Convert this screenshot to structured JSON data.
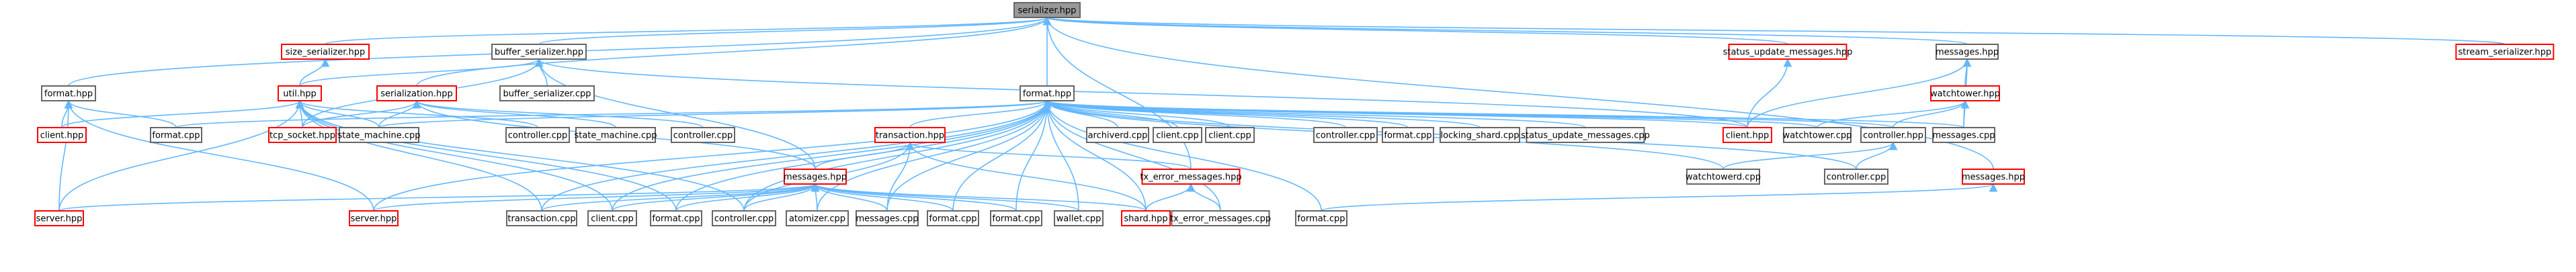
{
  "colors": {
    "edge": "#63b8ff",
    "node_border": "#666666",
    "node_fill": "#ffffff",
    "highlight_border": "#ff0000",
    "root_fill": "#999999",
    "root_border": "#666666"
  },
  "nodes": [
    {
      "id": "serializer_hpp",
      "label": "serializer.hpp",
      "style": "root"
    },
    {
      "id": "size_serializer_hpp",
      "label": "size_serializer.hpp",
      "style": "red"
    },
    {
      "id": "buffer_serializer_hpp",
      "label": "buffer_serializer.hpp",
      "style": "normal"
    },
    {
      "id": "status_update_messages_hpp",
      "label": "status_update_messages.hpp",
      "style": "red"
    },
    {
      "id": "messages_hpp_top",
      "label": "messages.hpp",
      "style": "normal"
    },
    {
      "id": "stream_serializer_hpp",
      "label": "stream_serializer.hpp",
      "style": "red"
    },
    {
      "id": "format_hpp_left",
      "label": "format.hpp",
      "style": "normal"
    },
    {
      "id": "util_hpp",
      "label": "util.hpp",
      "style": "red"
    },
    {
      "id": "serialization_hpp",
      "label": "serialization.hpp",
      "style": "red"
    },
    {
      "id": "buffer_serializer_cpp",
      "label": "buffer_serializer.cpp",
      "style": "normal"
    },
    {
      "id": "format_hpp_main",
      "label": "format.hpp",
      "style": "normal"
    },
    {
      "id": "watchtower_hpp",
      "label": "watchtower.hpp",
      "style": "red"
    },
    {
      "id": "client_hpp_left",
      "label": "client.hpp",
      "style": "red"
    },
    {
      "id": "format_cpp_left",
      "label": "format.cpp",
      "style": "normal"
    },
    {
      "id": "tcp_socket_hpp",
      "label": "tcp_socket.hpp",
      "style": "red"
    },
    {
      "id": "state_machine_cpp_a",
      "label": "state_machine.cpp",
      "style": "normal"
    },
    {
      "id": "controller_cpp_a",
      "label": "controller.cpp",
      "style": "normal"
    },
    {
      "id": "state_machine_cpp_b",
      "label": "state_machine.cpp",
      "style": "normal"
    },
    {
      "id": "controller_cpp_b",
      "label": "controller.cpp",
      "style": "normal"
    },
    {
      "id": "transaction_hpp",
      "label": "transaction.hpp",
      "style": "red"
    },
    {
      "id": "archiverd_cpp",
      "label": "archiverd.cpp",
      "style": "normal"
    },
    {
      "id": "client_cpp_top",
      "label": "client.cpp",
      "style": "normal"
    },
    {
      "id": "client_cpp_top2",
      "label": "client.cpp",
      "style": "normal"
    },
    {
      "id": "controller_cpp_c",
      "label": "controller.cpp",
      "style": "normal"
    },
    {
      "id": "format_cpp_mid",
      "label": "format.cpp",
      "style": "normal"
    },
    {
      "id": "locking_shard_cpp",
      "label": "locking_shard.cpp",
      "style": "normal"
    },
    {
      "id": "status_update_messages_cpp",
      "label": "status_update_messages.cpp",
      "style": "normal"
    },
    {
      "id": "client_hpp_right",
      "label": "client.hpp",
      "style": "red"
    },
    {
      "id": "watchtower_cpp",
      "label": "watchtower.cpp",
      "style": "normal"
    },
    {
      "id": "controller_hpp",
      "label": "controller.hpp",
      "style": "normal"
    },
    {
      "id": "messages_cpp_right",
      "label": "messages.cpp",
      "style": "normal"
    },
    {
      "id": "messages_hpp_mid",
      "label": "messages.hpp",
      "style": "red"
    },
    {
      "id": "tx_error_messages_hpp",
      "label": "tx_error_messages.hpp",
      "style": "red"
    },
    {
      "id": "watchtowerd_cpp",
      "label": "watchtowerd.cpp",
      "style": "normal"
    },
    {
      "id": "controller_cpp_right",
      "label": "controller.cpp",
      "style": "normal"
    },
    {
      "id": "messages_hpp_right",
      "label": "messages.hpp",
      "style": "red"
    },
    {
      "id": "server_hpp_a",
      "label": "server.hpp",
      "style": "red"
    },
    {
      "id": "server_hpp_b",
      "label": "server.hpp",
      "style": "red"
    },
    {
      "id": "transaction_cpp",
      "label": "transaction.cpp",
      "style": "normal"
    },
    {
      "id": "client_cpp_bot",
      "label": "client.cpp",
      "style": "normal"
    },
    {
      "id": "format_cpp_bot1",
      "label": "format.cpp",
      "style": "normal"
    },
    {
      "id": "controller_cpp_bot",
      "label": "controller.cpp",
      "style": "normal"
    },
    {
      "id": "atomizer_cpp",
      "label": "atomizer.cpp",
      "style": "normal"
    },
    {
      "id": "messages_cpp_bot",
      "label": "messages.cpp",
      "style": "normal"
    },
    {
      "id": "format_cpp_bot2",
      "label": "format.cpp",
      "style": "normal"
    },
    {
      "id": "format_cpp_bot3",
      "label": "format.cpp",
      "style": "normal"
    },
    {
      "id": "wallet_cpp",
      "label": "wallet.cpp",
      "style": "normal"
    },
    {
      "id": "shard_hpp",
      "label": "shard.hpp",
      "style": "red"
    },
    {
      "id": "tx_error_messages_cpp",
      "label": "tx_error_messages.cpp",
      "style": "normal"
    },
    {
      "id": "format_cpp_bot4",
      "label": "format.cpp",
      "style": "normal"
    }
  ],
  "edges": [
    [
      "size_serializer_hpp",
      "serializer_hpp"
    ],
    [
      "buffer_serializer_hpp",
      "serializer_hpp"
    ],
    [
      "status_update_messages_hpp",
      "serializer_hpp"
    ],
    [
      "messages_hpp_top",
      "serializer_hpp"
    ],
    [
      "stream_serializer_hpp",
      "serializer_hpp"
    ],
    [
      "format_hpp_left",
      "serializer_hpp"
    ],
    [
      "serialization_hpp",
      "serializer_hpp"
    ],
    [
      "format_hpp_main",
      "serializer_hpp"
    ],
    [
      "tx_error_messages_hpp",
      "serializer_hpp"
    ],
    [
      "messages_hpp_right",
      "serializer_hpp"
    ],
    [
      "util_hpp",
      "size_serializer_hpp"
    ],
    [
      "util_hpp",
      "buffer_serializer_hpp"
    ],
    [
      "tcp_socket_hpp",
      "buffer_serializer_hpp"
    ],
    [
      "buffer_serializer_cpp",
      "buffer_serializer_hpp"
    ],
    [
      "messages_hpp_mid",
      "buffer_serializer_hpp"
    ],
    [
      "client_hpp_right",
      "buffer_serializer_hpp"
    ],
    [
      "client_hpp_right",
      "status_update_messages_hpp"
    ],
    [
      "client_hpp_right",
      "messages_hpp_top"
    ],
    [
      "watchtower_hpp",
      "messages_hpp_top"
    ],
    [
      "messages_cpp_right",
      "messages_hpp_top"
    ],
    [
      "client_hpp_left",
      "format_hpp_left"
    ],
    [
      "format_cpp_left",
      "format_hpp_left"
    ],
    [
      "server_hpp_a",
      "format_hpp_left"
    ],
    [
      "server_hpp_b",
      "format_hpp_left"
    ],
    [
      "client_hpp_left",
      "util_hpp"
    ],
    [
      "tcp_socket_hpp",
      "util_hpp"
    ],
    [
      "state_machine_cpp_a",
      "util_hpp"
    ],
    [
      "controller_cpp_a",
      "util_hpp"
    ],
    [
      "transaction_cpp",
      "util_hpp"
    ],
    [
      "client_cpp_bot",
      "util_hpp"
    ],
    [
      "format_cpp_bot1",
      "util_hpp"
    ],
    [
      "controller_cpp_bot",
      "util_hpp"
    ],
    [
      "server_hpp_a",
      "util_hpp"
    ],
    [
      "tcp_socket_hpp",
      "serialization_hpp"
    ],
    [
      "state_machine_cpp_b",
      "serialization_hpp"
    ],
    [
      "controller_cpp_b",
      "serialization_hpp"
    ],
    [
      "state_machine_cpp_a",
      "serialization_hpp"
    ],
    [
      "messages_hpp_mid",
      "serialization_hpp"
    ],
    [
      "format_cpp_left",
      "format_hpp_main"
    ],
    [
      "state_machine_cpp_a",
      "format_hpp_main"
    ],
    [
      "transaction_hpp",
      "format_hpp_main"
    ],
    [
      "archiverd_cpp",
      "format_hpp_main"
    ],
    [
      "client_cpp_top",
      "format_hpp_main"
    ],
    [
      "client_cpp_top2",
      "format_hpp_main"
    ],
    [
      "controller_cpp_c",
      "format_hpp_main"
    ],
    [
      "format_cpp_mid",
      "format_hpp_main"
    ],
    [
      "locking_shard_cpp",
      "format_hpp_main"
    ],
    [
      "status_update_messages_cpp",
      "format_hpp_main"
    ],
    [
      "client_hpp_right",
      "format_hpp_main"
    ],
    [
      "watchtower_cpp",
      "format_hpp_main"
    ],
    [
      "controller_hpp",
      "format_hpp_main"
    ],
    [
      "messages_cpp_right",
      "format_hpp_main"
    ],
    [
      "watchtowerd_cpp",
      "format_hpp_main"
    ],
    [
      "controller_cpp_right",
      "format_hpp_main"
    ],
    [
      "server_hpp_b",
      "format_hpp_main"
    ],
    [
      "transaction_cpp",
      "format_hpp_main"
    ],
    [
      "client_cpp_bot",
      "format_hpp_main"
    ],
    [
      "format_cpp_bot1",
      "format_hpp_main"
    ],
    [
      "controller_cpp_bot",
      "format_hpp_main"
    ],
    [
      "atomizer_cpp",
      "format_hpp_main"
    ],
    [
      "messages_cpp_bot",
      "format_hpp_main"
    ],
    [
      "format_cpp_bot2",
      "format_hpp_main"
    ],
    [
      "format_cpp_bot3",
      "format_hpp_main"
    ],
    [
      "wallet_cpp",
      "format_hpp_main"
    ],
    [
      "shard_hpp",
      "format_hpp_main"
    ],
    [
      "tx_error_messages_cpp",
      "format_hpp_main"
    ],
    [
      "format_cpp_bot4",
      "format_hpp_main"
    ],
    [
      "messages_hpp_mid",
      "transaction_hpp"
    ],
    [
      "tx_error_messages_hpp",
      "transaction_hpp"
    ],
    [
      "messages_cpp_bot",
      "transaction_hpp"
    ],
    [
      "shard_hpp",
      "transaction_hpp"
    ],
    [
      "controller_cpp_bot",
      "transaction_hpp"
    ],
    [
      "watchtower_cpp",
      "watchtower_hpp"
    ],
    [
      "controller_hpp",
      "watchtower_hpp"
    ],
    [
      "messages_cpp_right",
      "watchtower_hpp"
    ],
    [
      "watchtowerd_cpp",
      "controller_hpp"
    ],
    [
      "controller_cpp_right",
      "controller_hpp"
    ],
    [
      "shard_hpp",
      "tx_error_messages_hpp"
    ],
    [
      "tx_error_messages_cpp",
      "tx_error_messages_hpp"
    ],
    [
      "format_cpp_bot4",
      "messages_hpp_right"
    ],
    [
      "server_hpp_a",
      "messages_hpp_mid"
    ],
    [
      "server_hpp_b",
      "messages_hpp_mid"
    ],
    [
      "transaction_cpp",
      "messages_hpp_mid"
    ],
    [
      "client_cpp_bot",
      "messages_hpp_mid"
    ],
    [
      "format_cpp_bot1",
      "messages_hpp_mid"
    ],
    [
      "controller_cpp_bot",
      "messages_hpp_mid"
    ],
    [
      "atomizer_cpp",
      "messages_hpp_mid"
    ],
    [
      "messages_cpp_bot",
      "messages_hpp_mid"
    ],
    [
      "format_cpp_bot2",
      "messages_hpp_mid"
    ],
    [
      "format_cpp_bot3",
      "messages_hpp_mid"
    ],
    [
      "wallet_cpp",
      "messages_hpp_mid"
    ],
    [
      "shard_hpp",
      "messages_hpp_mid"
    ]
  ]
}
